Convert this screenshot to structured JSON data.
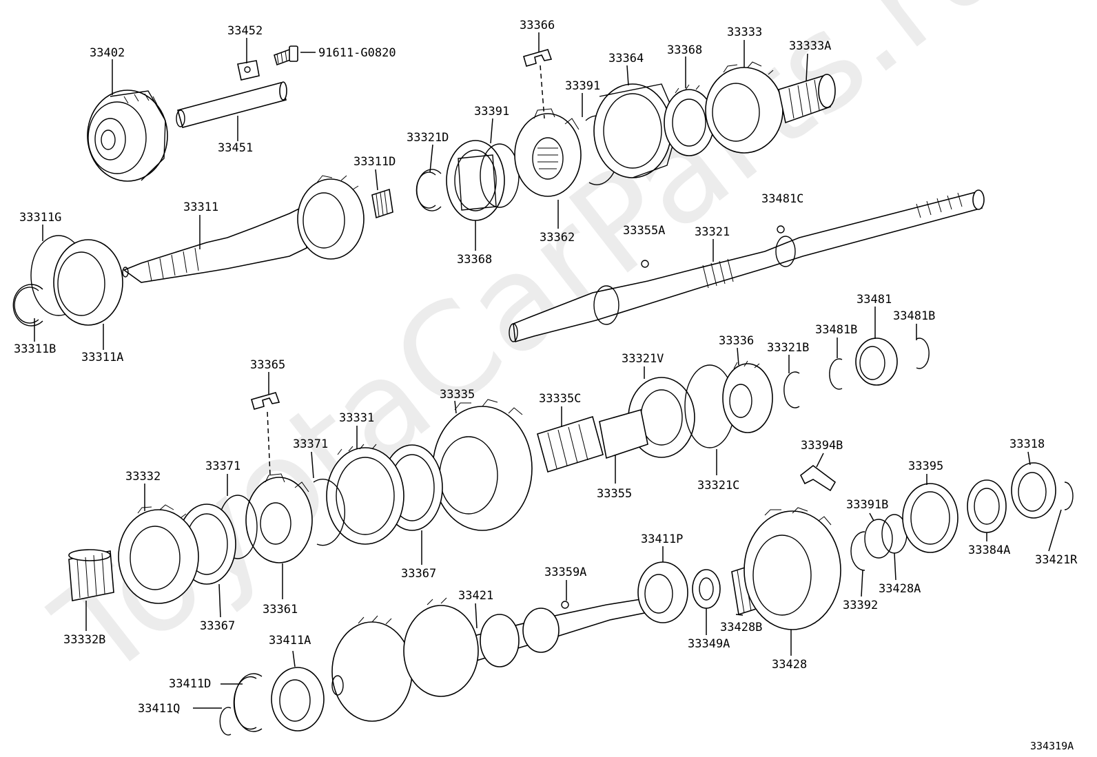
{
  "watermark": "ToyotaCarParts.ru",
  "diagram_ref": "334319A",
  "callouts": [
    {
      "id": "c01",
      "text": "33402"
    },
    {
      "id": "c02",
      "text": "33452"
    },
    {
      "id": "c03",
      "text": "91611-G0820"
    },
    {
      "id": "c04",
      "text": "33451"
    },
    {
      "id": "c05",
      "text": "33366"
    },
    {
      "id": "c06",
      "text": "33364"
    },
    {
      "id": "c07",
      "text": "33368"
    },
    {
      "id": "c08",
      "text": "33333"
    },
    {
      "id": "c09",
      "text": "33333A"
    },
    {
      "id": "c10",
      "text": "33391"
    },
    {
      "id": "c11",
      "text": "33391"
    },
    {
      "id": "c12",
      "text": "33321D"
    },
    {
      "id": "c13",
      "text": "33311D"
    },
    {
      "id": "c14",
      "text": "33311"
    },
    {
      "id": "c15",
      "text": "33311G"
    },
    {
      "id": "c16",
      "text": "33311B"
    },
    {
      "id": "c17",
      "text": "33311A"
    },
    {
      "id": "c18",
      "text": "33368"
    },
    {
      "id": "c19",
      "text": "33362"
    },
    {
      "id": "c20",
      "text": "33355A"
    },
    {
      "id": "c21",
      "text": "33321"
    },
    {
      "id": "c22",
      "text": "33481C"
    },
    {
      "id": "c23",
      "text": "33481"
    },
    {
      "id": "c24",
      "text": "33481B"
    },
    {
      "id": "c25",
      "text": "33481B"
    },
    {
      "id": "c26",
      "text": "33336"
    },
    {
      "id": "c27",
      "text": "33321B"
    },
    {
      "id": "c28",
      "text": "33321V"
    },
    {
      "id": "c29",
      "text": "33365"
    },
    {
      "id": "c30",
      "text": "33335"
    },
    {
      "id": "c31",
      "text": "33335C"
    },
    {
      "id": "c32",
      "text": "33331"
    },
    {
      "id": "c33",
      "text": "33371"
    },
    {
      "id": "c34",
      "text": "33371"
    },
    {
      "id": "c35",
      "text": "33332"
    },
    {
      "id": "c36",
      "text": "33355"
    },
    {
      "id": "c37",
      "text": "33321C"
    },
    {
      "id": "c38",
      "text": "33394B"
    },
    {
      "id": "c39",
      "text": "33395"
    },
    {
      "id": "c40",
      "text": "33318"
    },
    {
      "id": "c41",
      "text": "33367"
    },
    {
      "id": "c42",
      "text": "33361"
    },
    {
      "id": "c43",
      "text": "33367"
    },
    {
      "id": "c44",
      "text": "33332B"
    },
    {
      "id": "c45",
      "text": "33359A"
    },
    {
      "id": "c46",
      "text": "33411P"
    },
    {
      "id": "c47",
      "text": "33421"
    },
    {
      "id": "c48",
      "text": "33391B"
    },
    {
      "id": "c49",
      "text": "33392"
    },
    {
      "id": "c50",
      "text": "33428A"
    },
    {
      "id": "c51",
      "text": "33384A"
    },
    {
      "id": "c52",
      "text": "33421R"
    },
    {
      "id": "c53",
      "text": "33349A"
    },
    {
      "id": "c54",
      "text": "33428B"
    },
    {
      "id": "c55",
      "text": "33428"
    },
    {
      "id": "c56",
      "text": "33411A"
    },
    {
      "id": "c57",
      "text": "33411D"
    },
    {
      "id": "c58",
      "text": "33411Q"
    }
  ]
}
